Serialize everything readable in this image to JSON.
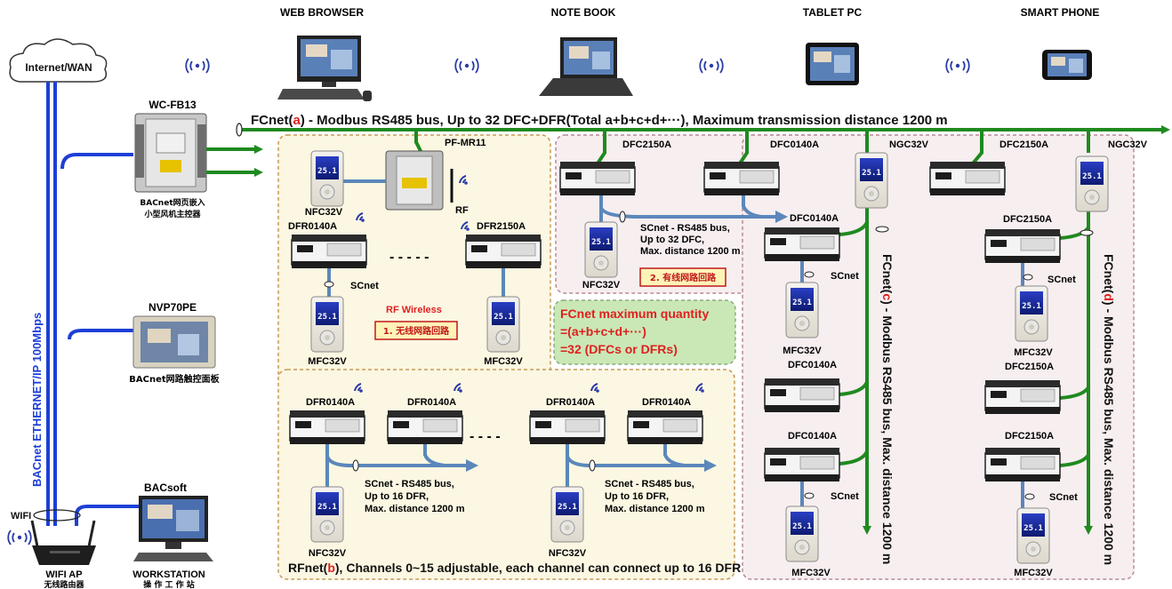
{
  "top_devices": {
    "web_browser": "WEB BROWSER",
    "note_book": "NOTE BOOK",
    "tablet_pc": "TABLET PC",
    "smart_phone": "SMART PHONE"
  },
  "cloud": "Internet/WAN",
  "ethernet_label": "BACnet ETHERNET/IP 100Mbps",
  "wifi_label": "WIFI",
  "wifi_ap": {
    "name": "WIFI AP",
    "cn": "无线路由器"
  },
  "workstation": {
    "brand": "BACsoft",
    "name": "WORKSTATION",
    "cn": "操 作 工 作 站"
  },
  "wcfb13": {
    "name": "WC-FB13",
    "cn1": "BACnet网页嵌入",
    "cn2": "小型风机主控器"
  },
  "nvp70pe": {
    "name": "NVP70PE",
    "cn": "BACnet网路触控面板"
  },
  "fcnet_a": {
    "pre": "FCnet(",
    "letter": "a",
    "post": ") - Modbus RS485 bus, Up to 32 DFC+DFR(Total a+b+c+d+···), Maximum transmission distance 1200 m"
  },
  "pfmr11": "PF-MR11",
  "rf": "RF",
  "nfc32v": "NFC32V",
  "mfc32v": "MFC32V",
  "dfr0140a": "DFR0140A",
  "dfr2150a": "DFR2150A",
  "dfc2150a": "DFC2150A",
  "dfc0140a": "DFC0140A",
  "ngc32v": "NGC32V",
  "scnet": "SCnet",
  "rf_wireless": "RF Wireless",
  "loop1": "1. 无线网路回路",
  "loop2": "2. 有线网路回路",
  "scnet_wired": {
    "l1": "SCnet - RS485 bus,",
    "l2": "Up to 32 DFC,",
    "l3": "Max. distance 1200 m"
  },
  "scnet_rf": {
    "l1": "SCnet - RS485 bus,",
    "l2": "Up to 16 DFR,",
    "l3": "Max. distance 1200 m"
  },
  "dashes_top": "- - - - -",
  "dashes_bottom": "- - - -",
  "fcnet_quantity": {
    "l1": "FCnet maximum quantity",
    "l2": "=(a+b+c+d+···)",
    "l3": "=32 (DFCs or DFRs)"
  },
  "rfnet_b": {
    "pre": "RFnet(",
    "letter": "b",
    "post": "), Channels 0~15 adjustable, each channel can connect up to 16 DFR"
  },
  "fcnet_c": {
    "pre": "FCnet(",
    "letter": "c",
    "post": ") - Modbus RS485 bus, Max. distance 1200 m"
  },
  "fcnet_d": {
    "pre": "FCnet(",
    "letter": "d",
    "post": ") - Modbus RS485 bus, Max. distance 1200 m"
  },
  "thermostat_display": "25.1",
  "colors": {
    "bus_green": "#1f8a1f",
    "ethernet_blue": "#1d3fd6",
    "scnet_blue": "#5b87bb",
    "highlight_red": "#e02020",
    "rf_panel": "#fbf7e2",
    "wired_panel": "#f7eef0",
    "note_green": "#c9e8b6"
  }
}
